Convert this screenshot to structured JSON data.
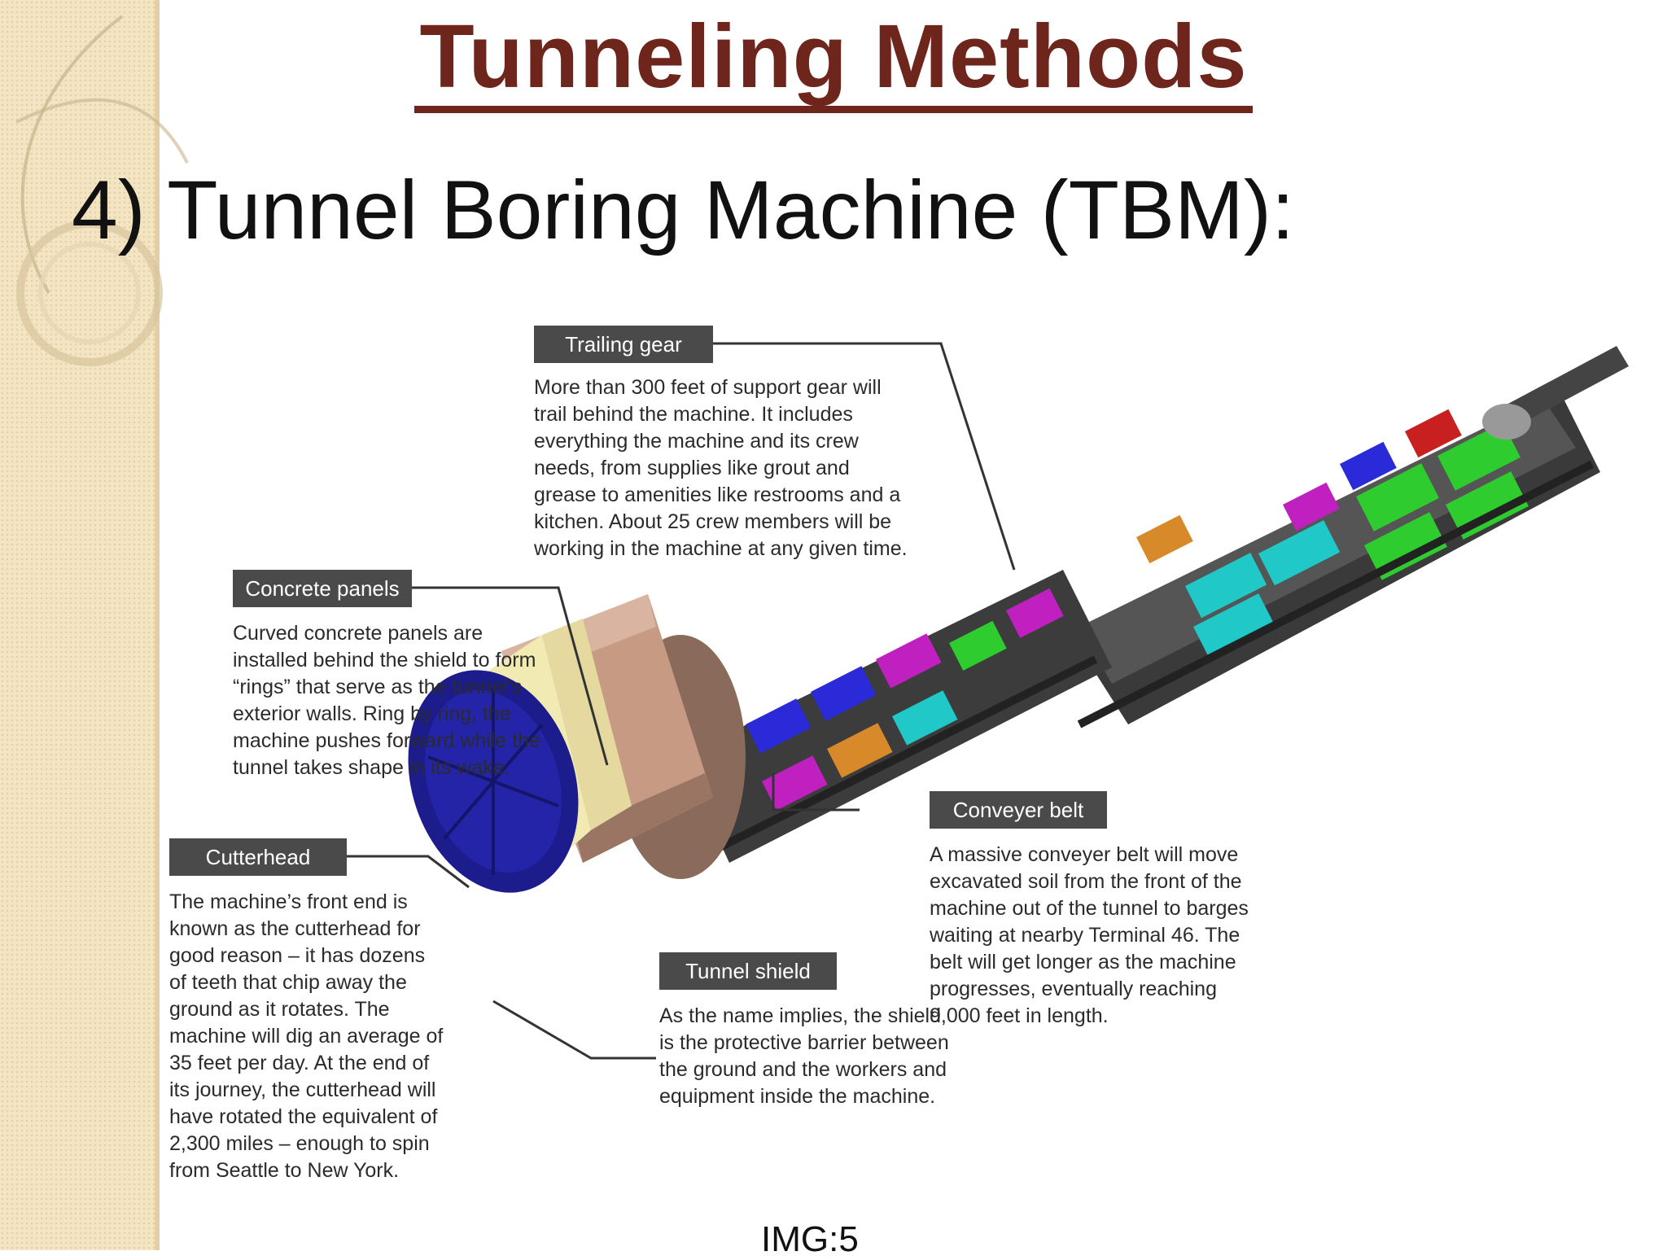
{
  "slide": {
    "title": "Tunneling Methods",
    "subtitle": "4) Tunnel Boring Machine (TBM):",
    "caption": "IMG:5"
  },
  "diagram": {
    "callouts": [
      {
        "label": "Trailing gear",
        "text": "More than 300 feet of support gear will\ntrail behind the machine. It includes\neverything the machine and its crew\nneeds, from supplies like grout and\ngrease to amenities like restrooms and a\nkitchen. About 25 crew members will be\nworking in the machine at any given time."
      },
      {
        "label": "Concrete panels",
        "text": "Curved concrete panels are\ninstalled behind the shield to form\n“rings” that serve as the tunnel’s\nexterior walls. Ring by ring, the\nmachine pushes forward while the\ntunnel takes shape in its wake."
      },
      {
        "label": "Cutterhead",
        "text": "The machine’s front end is\nknown as the cutterhead for\ngood reason – it has dozens\nof teeth that chip away the\nground as it rotates. The\nmachine will dig an average of\n35 feet per day. At the end of\nits journey, the cutterhead will\nhave rotated the equivalent of\n2,300 miles – enough to spin\nfrom Seattle to New York."
      },
      {
        "label": "Conveyer belt",
        "text": "A massive conveyer belt will move\nexcavated soil from the front of the\nmachine out of the tunnel to barges\nwaiting at nearby Terminal 46. The\nbelt will get longer as the machine\nprogresses, eventually reaching\n9,000 feet in length."
      },
      {
        "label": "Tunnel shield",
        "text": "As the name implies, the shield\nis the protective barrier between\nthe ground and the workers and\nequipment inside the machine."
      }
    ]
  },
  "colors": {
    "title": "#6e261c",
    "side_band": "#f3e4c2",
    "label_bg": "#4a4a4a",
    "cutterhead": "#1c1c8c",
    "shield": "#c79a84",
    "compartment_green": "#2ecc2e",
    "compartment_cyan": "#20c8c8",
    "compartment_blue": "#2a2ad8",
    "compartment_magenta": "#c020c0",
    "compartment_orange": "#d88a2a",
    "compartment_red": "#c82020"
  }
}
